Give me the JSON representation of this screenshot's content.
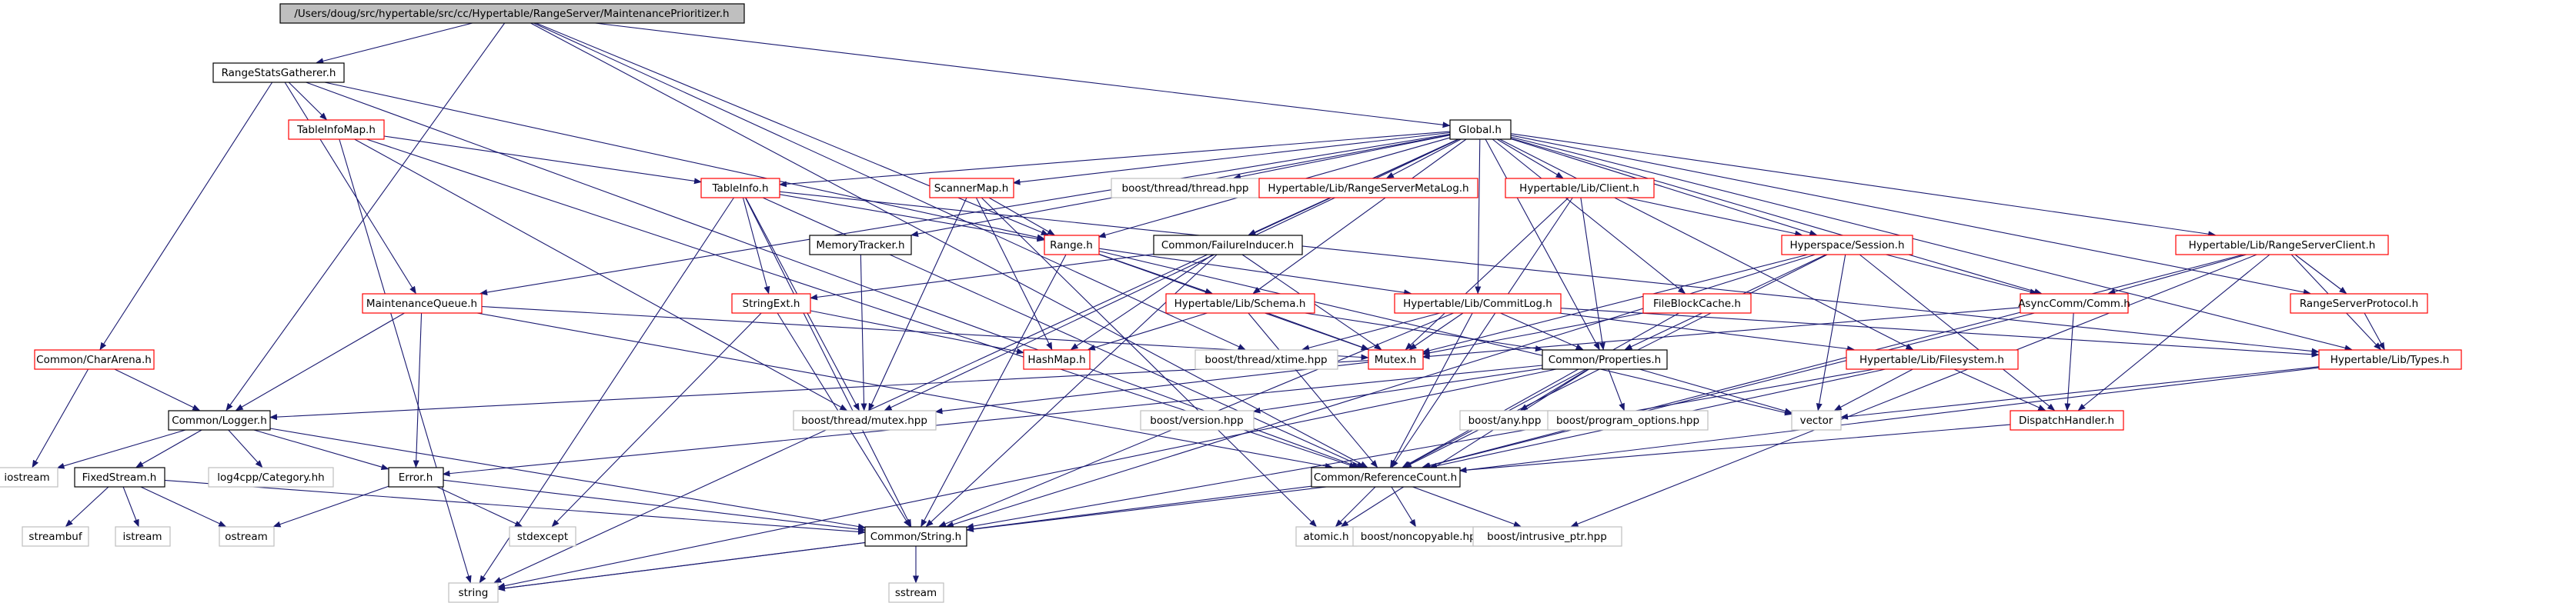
{
  "title": "/Users/doug/src/hypertable/src/cc/Hypertable/RangeServer/MaintenancePrioritizer.h",
  "colors": {
    "edge": "#191970",
    "root_fill": "#bfbfbf",
    "border_documented": "#000000",
    "border_undocumented": "#ff0000",
    "border_external": "#bfbfbf",
    "text": "#000000"
  },
  "nodes": [
    {
      "id": "root",
      "label": "/Users/doug/src/hypertable/src/cc/Hypertable/RangeServer/MaintenancePrioritizer.h",
      "kind": "root"
    },
    {
      "id": "rangestats",
      "label": "RangeStatsGatherer.h",
      "kind": "doc"
    },
    {
      "id": "global",
      "label": "Global.h",
      "kind": "doc"
    },
    {
      "id": "tableinfomap",
      "label": "TableInfoMap.h",
      "kind": "undoc"
    },
    {
      "id": "tableinfo",
      "label": "TableInfo.h",
      "kind": "undoc"
    },
    {
      "id": "scannermap",
      "label": "ScannerMap.h",
      "kind": "undoc"
    },
    {
      "id": "threadhpp",
      "label": "boost/thread/thread.hpp",
      "kind": "ext"
    },
    {
      "id": "metalog",
      "label": "Hypertable/Lib/RangeServerMetaLog.h",
      "kind": "undoc"
    },
    {
      "id": "libclient",
      "label": "Hypertable/Lib/Client.h",
      "kind": "undoc"
    },
    {
      "id": "rsclient",
      "label": "Hypertable/Lib/RangeServerClient.h",
      "kind": "undoc"
    },
    {
      "id": "memtracker",
      "label": "MemoryTracker.h",
      "kind": "doc"
    },
    {
      "id": "range",
      "label": "Range.h",
      "kind": "undoc"
    },
    {
      "id": "failinducer",
      "label": "Common/FailureInducer.h",
      "kind": "doc"
    },
    {
      "id": "session",
      "label": "Hyperspace/Session.h",
      "kind": "undoc"
    },
    {
      "id": "maintq",
      "label": "MaintenanceQueue.h",
      "kind": "undoc"
    },
    {
      "id": "stringext",
      "label": "StringExt.h",
      "kind": "undoc"
    },
    {
      "id": "schema",
      "label": "Hypertable/Lib/Schema.h",
      "kind": "undoc"
    },
    {
      "id": "commitlog",
      "label": "Hypertable/Lib/CommitLog.h",
      "kind": "undoc"
    },
    {
      "id": "fileblock",
      "label": "FileBlockCache.h",
      "kind": "undoc"
    },
    {
      "id": "asynccomm",
      "label": "AsyncComm/Comm.h",
      "kind": "undoc"
    },
    {
      "id": "rsproto",
      "label": "RangeServerProtocol.h",
      "kind": "undoc"
    },
    {
      "id": "chararena",
      "label": "Common/CharArena.h",
      "kind": "undoc"
    },
    {
      "id": "hashmap",
      "label": "HashMap.h",
      "kind": "undoc"
    },
    {
      "id": "xtime",
      "label": "boost/thread/xtime.hpp",
      "kind": "ext"
    },
    {
      "id": "mutex",
      "label": "Mutex.h",
      "kind": "undoc"
    },
    {
      "id": "props",
      "label": "Common/Properties.h",
      "kind": "doc"
    },
    {
      "id": "filesystem",
      "label": "Hypertable/Lib/Filesystem.h",
      "kind": "undoc"
    },
    {
      "id": "types",
      "label": "Hypertable/Lib/Types.h",
      "kind": "undoc"
    },
    {
      "id": "logger",
      "label": "Common/Logger.h",
      "kind": "doc"
    },
    {
      "id": "bmutex",
      "label": "boost/thread/mutex.hpp",
      "kind": "ext"
    },
    {
      "id": "bversion",
      "label": "boost/version.hpp",
      "kind": "ext"
    },
    {
      "id": "bany",
      "label": "boost/any.hpp",
      "kind": "ext"
    },
    {
      "id": "bprogopt",
      "label": "boost/program_options.hpp",
      "kind": "ext"
    },
    {
      "id": "vector",
      "label": "vector",
      "kind": "ext"
    },
    {
      "id": "disphandler",
      "label": "DispatchHandler.h",
      "kind": "undoc"
    },
    {
      "id": "iostream",
      "label": "iostream",
      "kind": "ext"
    },
    {
      "id": "fixedstream",
      "label": "FixedStream.h",
      "kind": "doc"
    },
    {
      "id": "log4cpp",
      "label": "log4cpp/Category.hh",
      "kind": "ext"
    },
    {
      "id": "error",
      "label": "Error.h",
      "kind": "doc"
    },
    {
      "id": "refcount",
      "label": "Common/ReferenceCount.h",
      "kind": "doc"
    },
    {
      "id": "streambuf",
      "label": "streambuf",
      "kind": "ext"
    },
    {
      "id": "istream",
      "label": "istream",
      "kind": "ext"
    },
    {
      "id": "ostream",
      "label": "ostream",
      "kind": "ext"
    },
    {
      "id": "stdexcept",
      "label": "stdexcept",
      "kind": "ext"
    },
    {
      "id": "cstring",
      "label": "Common/String.h",
      "kind": "doc"
    },
    {
      "id": "atomic",
      "label": "atomic.h",
      "kind": "ext"
    },
    {
      "id": "noncopy",
      "label": "boost/noncopyable.hpp",
      "kind": "ext"
    },
    {
      "id": "intrusive",
      "label": "boost/intrusive_ptr.hpp",
      "kind": "ext"
    },
    {
      "id": "string",
      "label": "string",
      "kind": "ext"
    },
    {
      "id": "sstream",
      "label": "sstream",
      "kind": "ext"
    }
  ],
  "edges": [
    [
      "root",
      "rangestats"
    ],
    [
      "root",
      "global"
    ],
    [
      "root",
      "logger"
    ],
    [
      "root",
      "refcount"
    ],
    [
      "root",
      "xtime"
    ],
    [
      "root",
      "range"
    ],
    [
      "rangestats",
      "tableinfomap"
    ],
    [
      "rangestats",
      "chararena"
    ],
    [
      "rangestats",
      "maintq"
    ],
    [
      "rangestats",
      "refcount"
    ],
    [
      "rangestats",
      "range"
    ],
    [
      "tableinfomap",
      "tableinfo"
    ],
    [
      "tableinfomap",
      "bmutex"
    ],
    [
      "tableinfomap",
      "refcount"
    ],
    [
      "tableinfomap",
      "string"
    ],
    [
      "global",
      "tableinfo"
    ],
    [
      "global",
      "scannermap"
    ],
    [
      "global",
      "threadhpp"
    ],
    [
      "global",
      "metalog"
    ],
    [
      "global",
      "libclient"
    ],
    [
      "global",
      "rsclient"
    ],
    [
      "global",
      "memtracker"
    ],
    [
      "global",
      "failinducer"
    ],
    [
      "global",
      "session"
    ],
    [
      "global",
      "maintq"
    ],
    [
      "global",
      "fileblock"
    ],
    [
      "global",
      "asynccomm"
    ],
    [
      "global",
      "rsproto"
    ],
    [
      "global",
      "types"
    ],
    [
      "global",
      "filesystem"
    ],
    [
      "global",
      "commitlog"
    ],
    [
      "global",
      "props"
    ],
    [
      "global",
      "bmutex"
    ],
    [
      "global",
      "string"
    ],
    [
      "global",
      "schema"
    ],
    [
      "global",
      "range"
    ],
    [
      "tableinfo",
      "stringext"
    ],
    [
      "tableinfo",
      "range"
    ],
    [
      "tableinfo",
      "refcount"
    ],
    [
      "tableinfo",
      "cstring"
    ],
    [
      "tableinfo",
      "bmutex"
    ],
    [
      "tableinfo",
      "string"
    ],
    [
      "tableinfo",
      "types"
    ],
    [
      "scannermap",
      "range"
    ],
    [
      "scannermap",
      "hashmap"
    ],
    [
      "scannermap",
      "bmutex"
    ],
    [
      "scannermap",
      "atomic"
    ],
    [
      "libclient",
      "session"
    ],
    [
      "libclient",
      "mutex"
    ],
    [
      "libclient",
      "refcount"
    ],
    [
      "libclient",
      "props"
    ],
    [
      "rsclient",
      "asynccomm"
    ],
    [
      "rsclient",
      "rsproto"
    ],
    [
      "rsclient",
      "types"
    ],
    [
      "rsclient",
      "disphandler"
    ],
    [
      "rsclient",
      "refcount"
    ],
    [
      "rsclient",
      "intrusive"
    ],
    [
      "memtracker",
      "bmutex"
    ],
    [
      "range",
      "schema"
    ],
    [
      "range",
      "commitlog"
    ],
    [
      "range",
      "mutex"
    ],
    [
      "range",
      "cstring"
    ],
    [
      "range",
      "vector"
    ],
    [
      "failinducer",
      "hashmap"
    ],
    [
      "failinducer",
      "mutex"
    ],
    [
      "failinducer",
      "cstring"
    ],
    [
      "failinducer",
      "stringext"
    ],
    [
      "session",
      "asynccomm"
    ],
    [
      "session",
      "props"
    ],
    [
      "session",
      "mutex"
    ],
    [
      "session",
      "disphandler"
    ],
    [
      "session",
      "vector"
    ],
    [
      "session",
      "refcount"
    ],
    [
      "session",
      "cstring"
    ],
    [
      "maintq",
      "logger"
    ],
    [
      "maintq",
      "mutex"
    ],
    [
      "maintq",
      "error"
    ],
    [
      "maintq",
      "refcount"
    ],
    [
      "stringext",
      "hashmap"
    ],
    [
      "stringext",
      "cstring"
    ],
    [
      "stringext",
      "stdexcept"
    ],
    [
      "schema",
      "hashmap"
    ],
    [
      "schema",
      "props"
    ],
    [
      "schema",
      "mutex"
    ],
    [
      "schema",
      "refcount"
    ],
    [
      "commitlog",
      "filesystem"
    ],
    [
      "commitlog",
      "mutex"
    ],
    [
      "commitlog",
      "refcount"
    ],
    [
      "commitlog",
      "cstring"
    ],
    [
      "commitlog",
      "xtime"
    ],
    [
      "commitlog",
      "types"
    ],
    [
      "commitlog",
      "props"
    ],
    [
      "fileblock",
      "mutex"
    ],
    [
      "fileblock",
      "refcount"
    ],
    [
      "asynccomm",
      "mutex"
    ],
    [
      "asynccomm",
      "disphandler"
    ],
    [
      "asynccomm",
      "refcount"
    ],
    [
      "rsproto",
      "types"
    ],
    [
      "chararena",
      "logger"
    ],
    [
      "chararena",
      "iostream"
    ],
    [
      "mutex",
      "bmutex"
    ],
    [
      "mutex",
      "logger"
    ],
    [
      "props",
      "bversion"
    ],
    [
      "props",
      "bany"
    ],
    [
      "props",
      "bprogopt"
    ],
    [
      "props",
      "vector"
    ],
    [
      "props",
      "error"
    ],
    [
      "props",
      "atomic"
    ],
    [
      "props",
      "refcount"
    ],
    [
      "props",
      "string"
    ],
    [
      "filesystem",
      "disphandler"
    ],
    [
      "filesystem",
      "refcount"
    ],
    [
      "filesystem",
      "cstring"
    ],
    [
      "filesystem",
      "vector"
    ],
    [
      "types",
      "vector"
    ],
    [
      "types",
      "cstring"
    ],
    [
      "disphandler",
      "refcount"
    ],
    [
      "logger",
      "iostream"
    ],
    [
      "logger",
      "fixedstream"
    ],
    [
      "logger",
      "log4cpp"
    ],
    [
      "logger",
      "error"
    ],
    [
      "logger",
      "cstring"
    ],
    [
      "fixedstream",
      "streambuf"
    ],
    [
      "fixedstream",
      "istream"
    ],
    [
      "fixedstream",
      "ostream"
    ],
    [
      "fixedstream",
      "cstring"
    ],
    [
      "error",
      "ostream"
    ],
    [
      "error",
      "stdexcept"
    ],
    [
      "error",
      "cstring"
    ],
    [
      "refcount",
      "atomic"
    ],
    [
      "refcount",
      "noncopy"
    ],
    [
      "refcount",
      "intrusive"
    ],
    [
      "refcount",
      "string"
    ],
    [
      "cstring",
      "string"
    ],
    [
      "cstring",
      "sstream"
    ]
  ]
}
